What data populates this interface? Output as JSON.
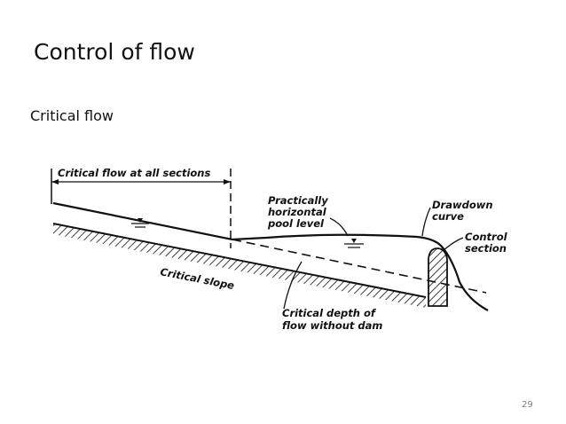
{
  "slide": {
    "title": "Control of flow",
    "subtitle": "Critical flow",
    "page_number": "29"
  },
  "diagram": {
    "labels": {
      "critical_flow_all_sections": "Critical flow at all sections",
      "practically_horizontal_1": "Practically",
      "practically_horizontal_2": "horizontal",
      "practically_horizontal_3": "pool level",
      "drawdown_1": "Drawdown",
      "drawdown_2": "curve",
      "control_1": "Control",
      "control_2": "section",
      "critical_slope": "Critical slope",
      "critical_depth_1": "Critical depth of",
      "critical_depth_2": "flow without dam"
    },
    "colors": {
      "ink": "#111111",
      "background": "#ffffff",
      "page_number": "#7f7f7f"
    }
  }
}
